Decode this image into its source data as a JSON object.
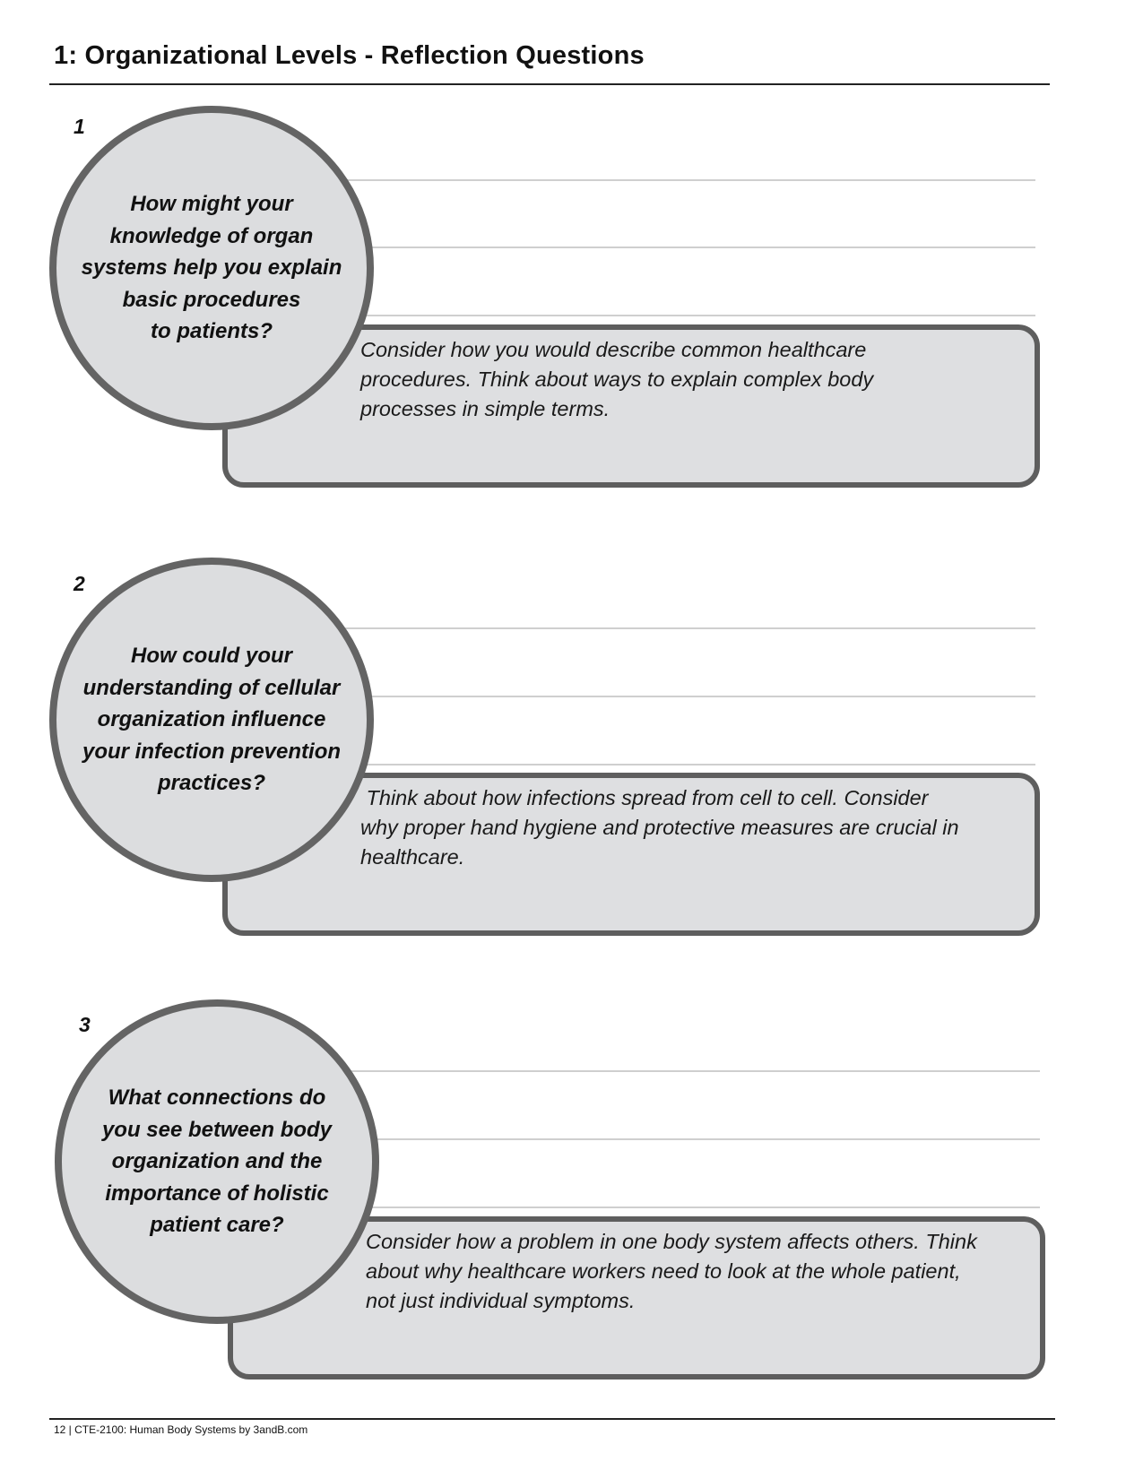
{
  "header": {
    "title": "1: Organizational Levels - Reflection Questions"
  },
  "questions": [
    {
      "number": "1",
      "question_lines": [
        "How might your",
        "knowledge of organ",
        "systems help you explain",
        "basic procedures",
        "to patients?"
      ],
      "hint_lines": [
        "Consider how you would describe common healthcare",
        "procedures. Think about ways to explain complex body",
        "processes in simple terms."
      ]
    },
    {
      "number": "2",
      "question_lines": [
        "How could your",
        "understanding of cellular",
        "organization influence",
        "your infection prevention",
        "practices?"
      ],
      "hint_lines": [
        " Think about how infections spread from cell to cell. Consider",
        "why proper hand hygiene and protective measures are crucial in",
        "healthcare."
      ]
    },
    {
      "number": "3",
      "question_lines": [
        "What connections do",
        "you see between body",
        "organization and the",
        "importance of holistic",
        "patient care?"
      ],
      "hint_lines": [
        "Consider how a problem in one body system affects others. Think",
        "about why healthcare workers need to look at the whole patient,",
        "not just individual symptoms."
      ]
    }
  ],
  "footer": {
    "text": "12 | CTE-2100: Human Body Systems by 3andB.com"
  }
}
